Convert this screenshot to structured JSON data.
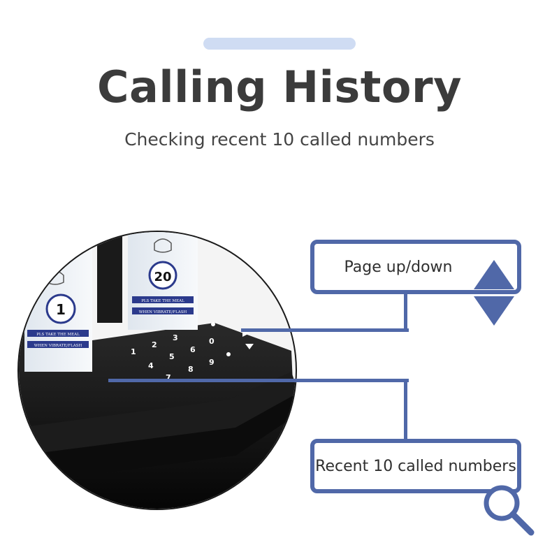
{
  "header": {
    "title": "Calling History",
    "subtitle": "Checking recent 10 called numbers"
  },
  "device": {
    "card_left_number": "1",
    "card_right_number": "20",
    "card_text_line1": "PLS TAKE THE MEAL",
    "card_text_line2": "WHEN VIBRATE/FLASH",
    "keypad_keys": [
      "1",
      "2",
      "3",
      "4",
      "5",
      "6",
      "7",
      "8",
      "9",
      "0"
    ]
  },
  "callouts": {
    "page_updown_label": "Page up/down",
    "recent_label": "Recent 10 called numbers"
  },
  "colors": {
    "accent": "#5068a8",
    "top_pill": "#cfdcf3",
    "title_text": "#3b3b3b",
    "device_body": "#141414"
  },
  "icons": {
    "page_updown": "up-down-triangles-icon",
    "recent": "magnifier-icon"
  }
}
